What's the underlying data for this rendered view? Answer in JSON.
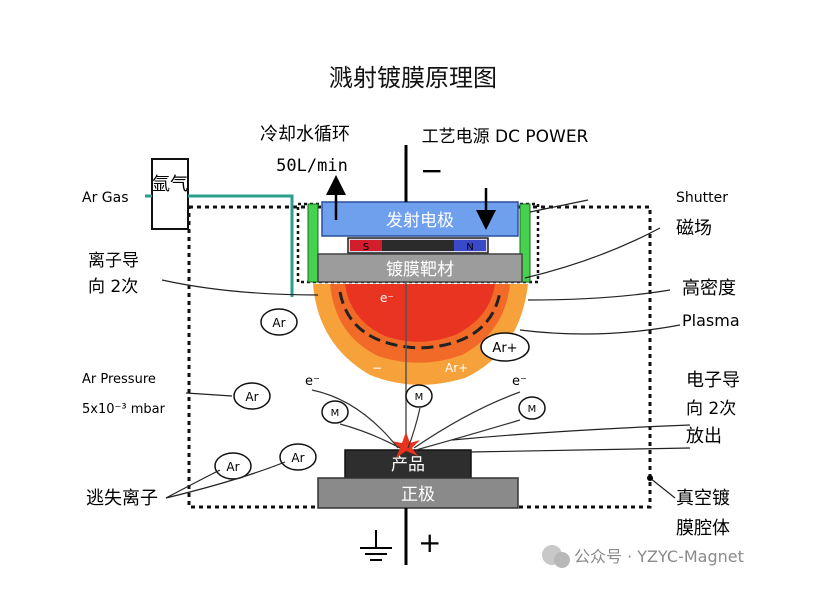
{
  "title": "溅射镀膜原理图",
  "labels": {
    "cooling_water": "冷却水循环",
    "flow_rate": "50L/min",
    "power_source": "工艺电源 DC POWER",
    "ar_gas": "Ar Gas",
    "argon_box": "氩气",
    "shutter": "Shutter",
    "magnetic_field": "磁场",
    "ion_guide_1": "离子导",
    "ion_guide_2": "向 2次",
    "high_density_1": "高密度",
    "high_density_2": "Plasma",
    "ar_pressure_1": "Ar Pressure",
    "ar_pressure_2": "5x10⁻³ mbar",
    "electron_1": "电子导",
    "electron_2": "向 2次",
    "electron_3": "放出",
    "lost_ions": "逃失离子",
    "vacuum_chamber_1": "真空镀",
    "vacuum_chamber_2": "膜腔体",
    "minus_sign": "−",
    "plus_sign": "+",
    "cathode": "发射电极",
    "magnet_s": "S",
    "magnet_n": "N",
    "target": "镀膜靶材",
    "product": "产品",
    "anode": "正极",
    "plasma_e": "e⁻",
    "plasma_ar": "Ar+",
    "plasma_minus": "−",
    "ar_plus_bubble": "Ar+",
    "ar_particle": "Ar",
    "m_particle": "M",
    "e_minus": "e⁻",
    "watermark": "公众号 · YZYC-Magnet"
  },
  "colors": {
    "cathode_blue": "#6fa0ee",
    "target_gray": "#9c9c9c",
    "plasma_outer": "#f7a13a",
    "plasma_inner": "#e83420",
    "shutter_green": "#46d24e",
    "gas_line_teal": "#2b9e8c",
    "product_dark": "#2e2e2e",
    "anode_gray": "#8a8a8a"
  }
}
